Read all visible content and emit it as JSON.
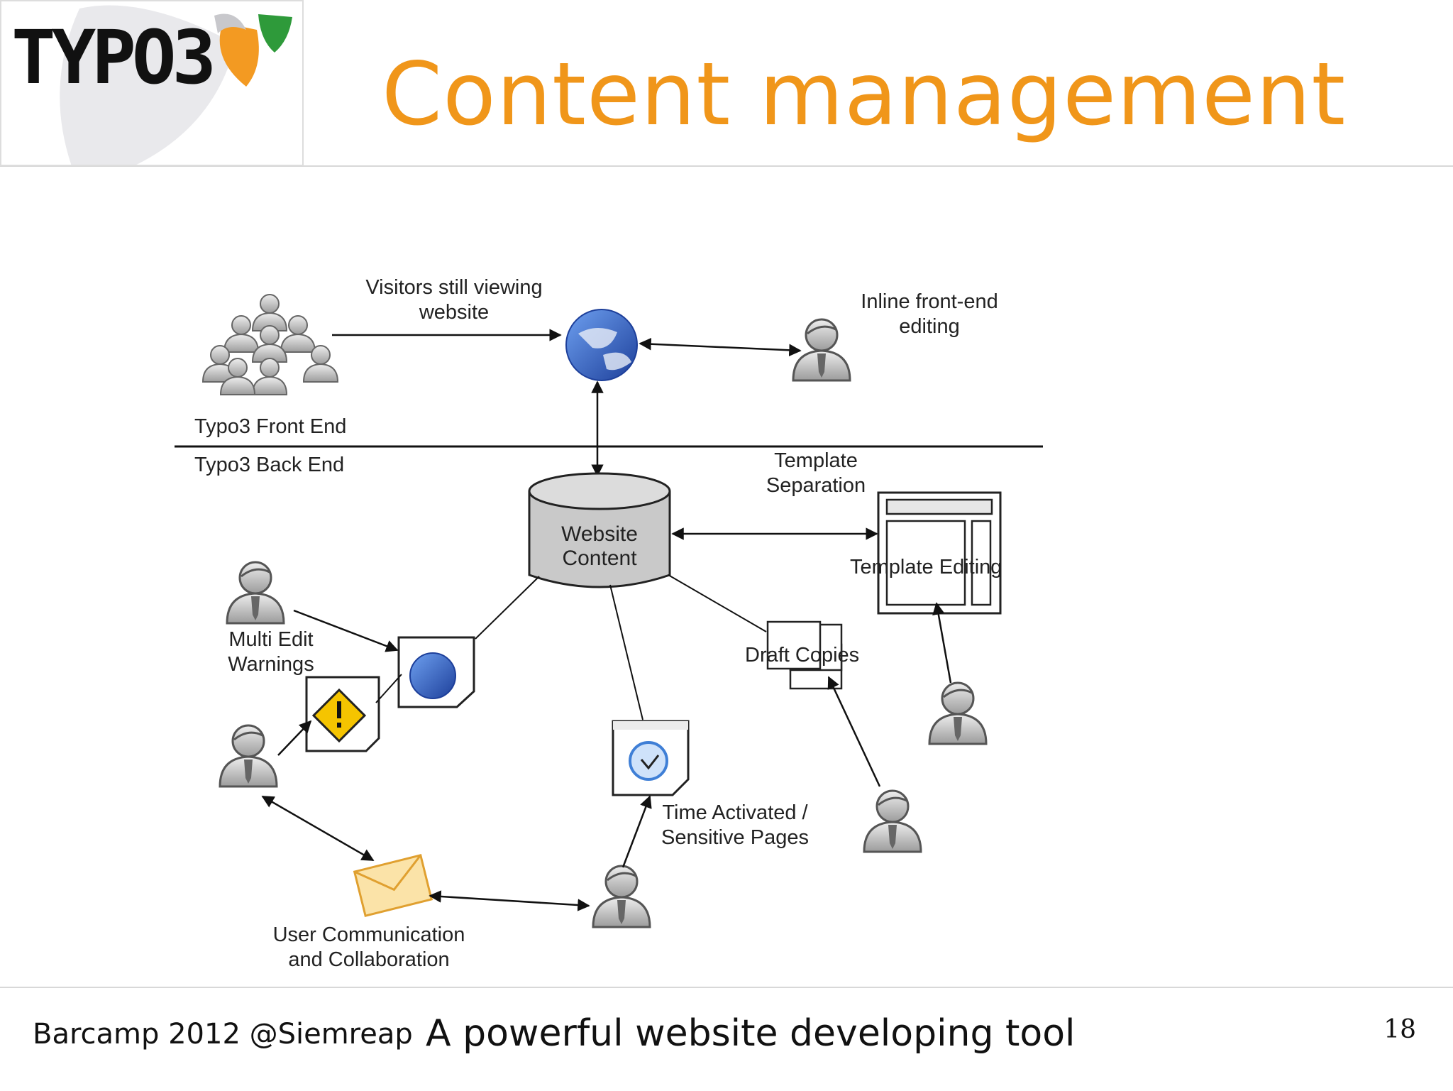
{
  "header": {
    "logo_text": "TYPO3",
    "title": "Content management"
  },
  "diagram": {
    "labels": {
      "visitors": [
        "Visitors still viewing",
        "website"
      ],
      "inline_editing": [
        "Inline front-end",
        "editing"
      ],
      "front_end": "Typo3 Front End",
      "back_end": "Typo3 Back End",
      "template_separation": [
        "Template",
        "Separation"
      ],
      "website_content": [
        "Website",
        "Content"
      ],
      "template_editing": "Template Editing",
      "multi_edit": [
        "Multi Edit",
        "Warnings"
      ],
      "draft_copies": "Draft Copies",
      "time_activated": [
        "Time Activated /",
        "Sensitive Pages"
      ],
      "user_comm": [
        "User Communication",
        "and Collaboration"
      ]
    }
  },
  "footer": {
    "event": "Barcamp 2012 @Siemreap",
    "tagline": "A powerful website developing tool",
    "page_number": "18"
  },
  "colors": {
    "accent": "#f0961a",
    "logo_green": "#2e9a3a",
    "globe_blue": "#2a5fc0"
  }
}
